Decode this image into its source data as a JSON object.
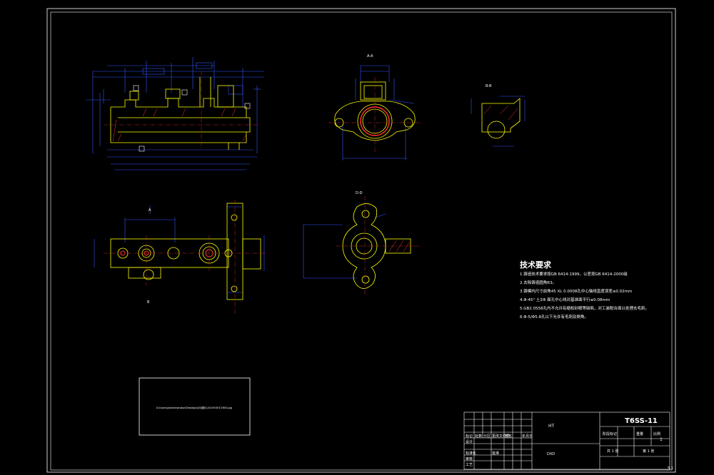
{
  "drawing": {
    "code": "T6SS-11",
    "scale": "1",
    "material": "HT",
    "sheet_number": "5.1",
    "organization": "DXD",
    "inset_caption": "D:\\Users\\Administrator\\Desktop\\QQ\\图片\\20190301\\T6SS.jpg"
  },
  "views": {
    "top_label": "A-A",
    "side_label": "B-B",
    "lower_label": "D-D",
    "section_mark_a": "A",
    "section_mark_b": "B"
  },
  "technical_requirements": {
    "title": "技术要求",
    "items": [
      "1.铸造技术要求按GB 6414-1999，公差按GB 6414-2000级",
      "2.去除铸造圆角R3。",
      "3.铸模内尺寸前角45 XL 0.0008孔中心轴线直度误差≤0.02mm",
      "4.Φ-45° 土ΣΦ 面孔中心线对基准面平行≤0.08mm",
      "5.GB2.0558孔内不允许有缩松砂眼等缺陷，对工装配合面以处理去毛刺。",
      "6.Φ-5/Φ5.8孔以下允许有毛刺及倒角。"
    ]
  },
  "title_block": {
    "col_headers": [
      "标记",
      "处数",
      "分区",
      "更改文件号",
      "签名",
      "年月日"
    ],
    "row_labels": [
      "设计",
      "审核",
      "工艺"
    ],
    "std": "标准化",
    "approve": "批准",
    "stage_headers": [
      "阶段标记",
      "重量",
      "比例"
    ],
    "share": "共 1 张",
    "page": "第 1 张"
  }
}
